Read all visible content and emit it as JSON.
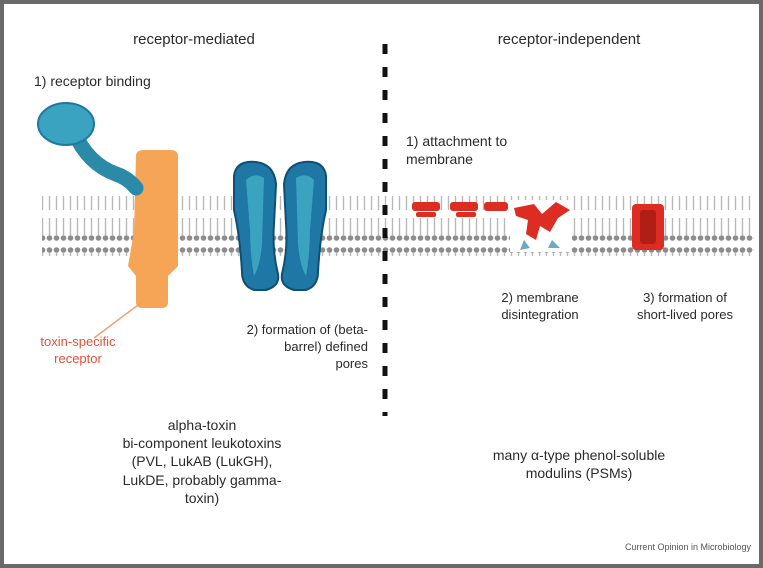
{
  "figure": {
    "left_heading": "receptor-mediated",
    "right_heading": "receptor-independent",
    "step_receptor_binding": "1) receptor binding",
    "toxin_specific_receptor": "toxin-specific\nreceptor",
    "step_pore_formation": "2) formation of (beta-\nbarrel) defined\npores",
    "step_attachment": "1) attachment to\nmembrane",
    "step_disintegration": "2) membrane\ndisintegration",
    "step_short_lived_pores": "3) formation of\nshort-lived pores",
    "left_toxins": "alpha-toxin\nbi-component leukotoxins\n(PVL, LukAB (LukGH),\nLukDE, probably gamma-\ntoxin)",
    "right_toxins": "many α-type phenol-soluble\nmodulins (PSMs)",
    "source": "Current Opinion in Microbiology"
  },
  "colors": {
    "membrane": "#a8a8a8",
    "receptor": "#f5a555",
    "toxin_blue": "#1f77a5",
    "toxin_teal": "#3aa3bf",
    "psm_red": "#dd2d22",
    "label_red": "#e0523a",
    "text": "#2a2a2a"
  }
}
